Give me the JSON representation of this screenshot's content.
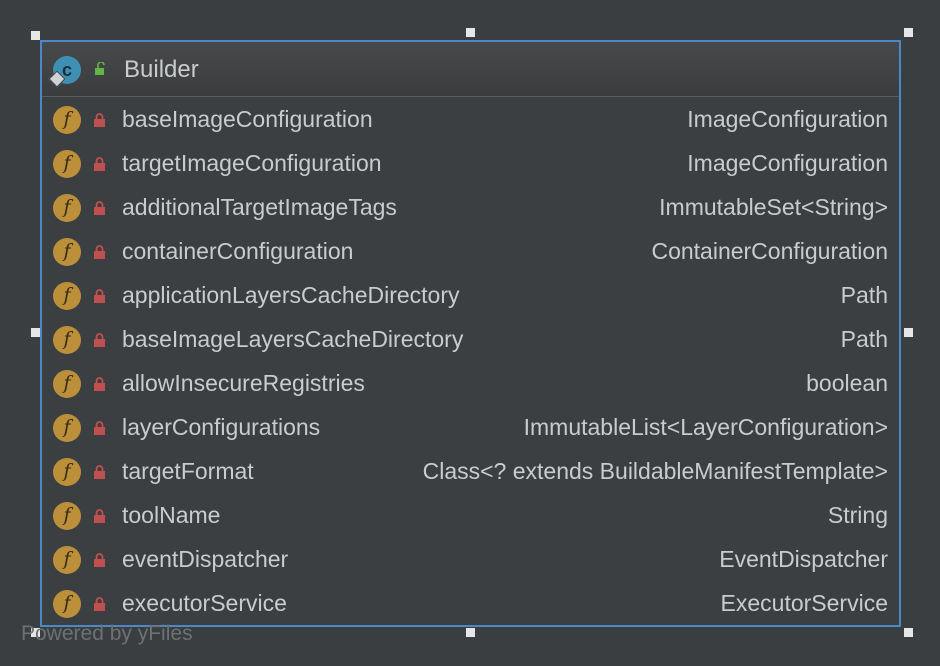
{
  "class_node": {
    "icon": "class-icon",
    "icon_letter": "c",
    "visibility_icon": "public-icon",
    "name": "Builder"
  },
  "fields": [
    {
      "name": "baseImageConfiguration",
      "type": "ImageConfiguration",
      "icon": "field-icon",
      "visibility": "private-lock-icon"
    },
    {
      "name": "targetImageConfiguration",
      "type": "ImageConfiguration",
      "icon": "field-icon",
      "visibility": "private-lock-icon"
    },
    {
      "name": "additionalTargetImageTags",
      "type": "ImmutableSet<String>",
      "icon": "field-icon",
      "visibility": "private-lock-icon"
    },
    {
      "name": "containerConfiguration",
      "type": "ContainerConfiguration",
      "icon": "field-icon",
      "visibility": "private-lock-icon"
    },
    {
      "name": "applicationLayersCacheDirectory",
      "type": "Path",
      "icon": "field-icon",
      "visibility": "private-lock-icon"
    },
    {
      "name": "baseImageLayersCacheDirectory",
      "type": "Path",
      "icon": "field-icon",
      "visibility": "private-lock-icon"
    },
    {
      "name": "allowInsecureRegistries",
      "type": "boolean",
      "icon": "field-icon",
      "visibility": "private-lock-icon"
    },
    {
      "name": "layerConfigurations",
      "type": "ImmutableList<LayerConfiguration>",
      "icon": "field-icon",
      "visibility": "private-lock-icon"
    },
    {
      "name": "targetFormat",
      "type": "Class<? extends BuildableManifestTemplate>",
      "icon": "field-icon",
      "visibility": "private-lock-icon"
    },
    {
      "name": "toolName",
      "type": "String",
      "icon": "field-icon",
      "visibility": "private-lock-icon"
    },
    {
      "name": "eventDispatcher",
      "type": "EventDispatcher",
      "icon": "field-icon",
      "visibility": "private-lock-icon"
    },
    {
      "name": "executorService",
      "type": "ExecutorService",
      "icon": "field-icon",
      "visibility": "private-lock-icon"
    }
  ],
  "field_icon_letter": "f",
  "watermark": "Powered by yFiles",
  "colors": {
    "background": "#3b3e40",
    "selection_border": "#4a88c7",
    "text": "#c9ccce",
    "field_icon": "#bc8f3a",
    "class_icon": "#3d8fb3",
    "lock": "#c0504d",
    "public_lock": "#62b543"
  }
}
